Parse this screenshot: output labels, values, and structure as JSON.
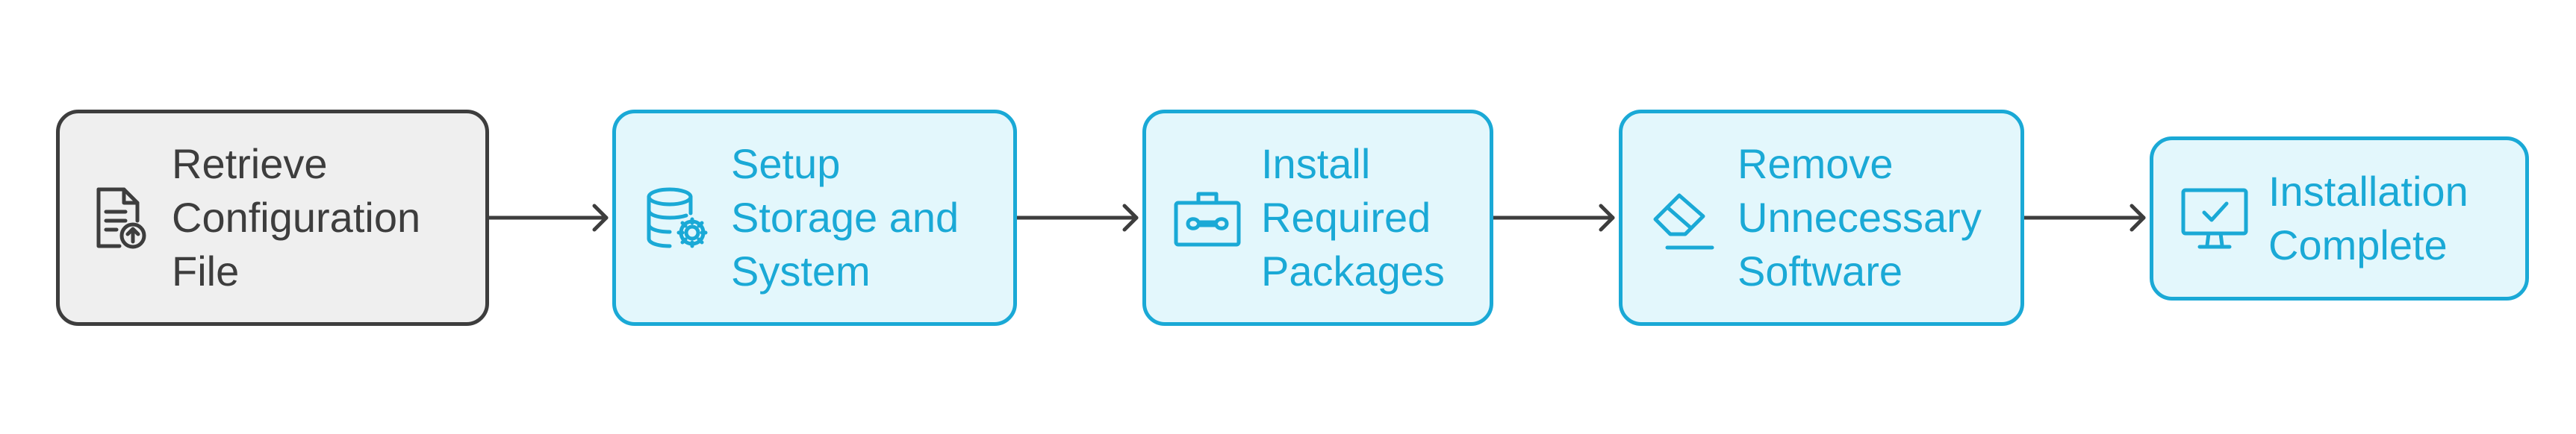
{
  "diagram": {
    "colors": {
      "gray_border": "#3d3d3d",
      "gray_fill": "#efefef",
      "gray_text": "#3d3d3d",
      "blue_border": "#1aa9d6",
      "blue_fill": "#e3f7fc",
      "blue_text": "#1aa9d6",
      "arrow": "#3d3d3d"
    },
    "nodes": [
      {
        "label": "Retrieve\nConfiguration\nFile",
        "icon": "file-upload-icon",
        "style": "gray"
      },
      {
        "label": "Setup\nStorage and\nSystem",
        "icon": "database-gear-icon",
        "style": "blue"
      },
      {
        "label": "Install\nRequired\nPackages",
        "icon": "toolbox-icon",
        "style": "blue"
      },
      {
        "label": "Remove\nUnnecessary\nSoftware",
        "icon": "eraser-icon",
        "style": "blue"
      },
      {
        "label": "Installation\nComplete",
        "icon": "monitor-check-icon",
        "style": "blue"
      }
    ]
  }
}
